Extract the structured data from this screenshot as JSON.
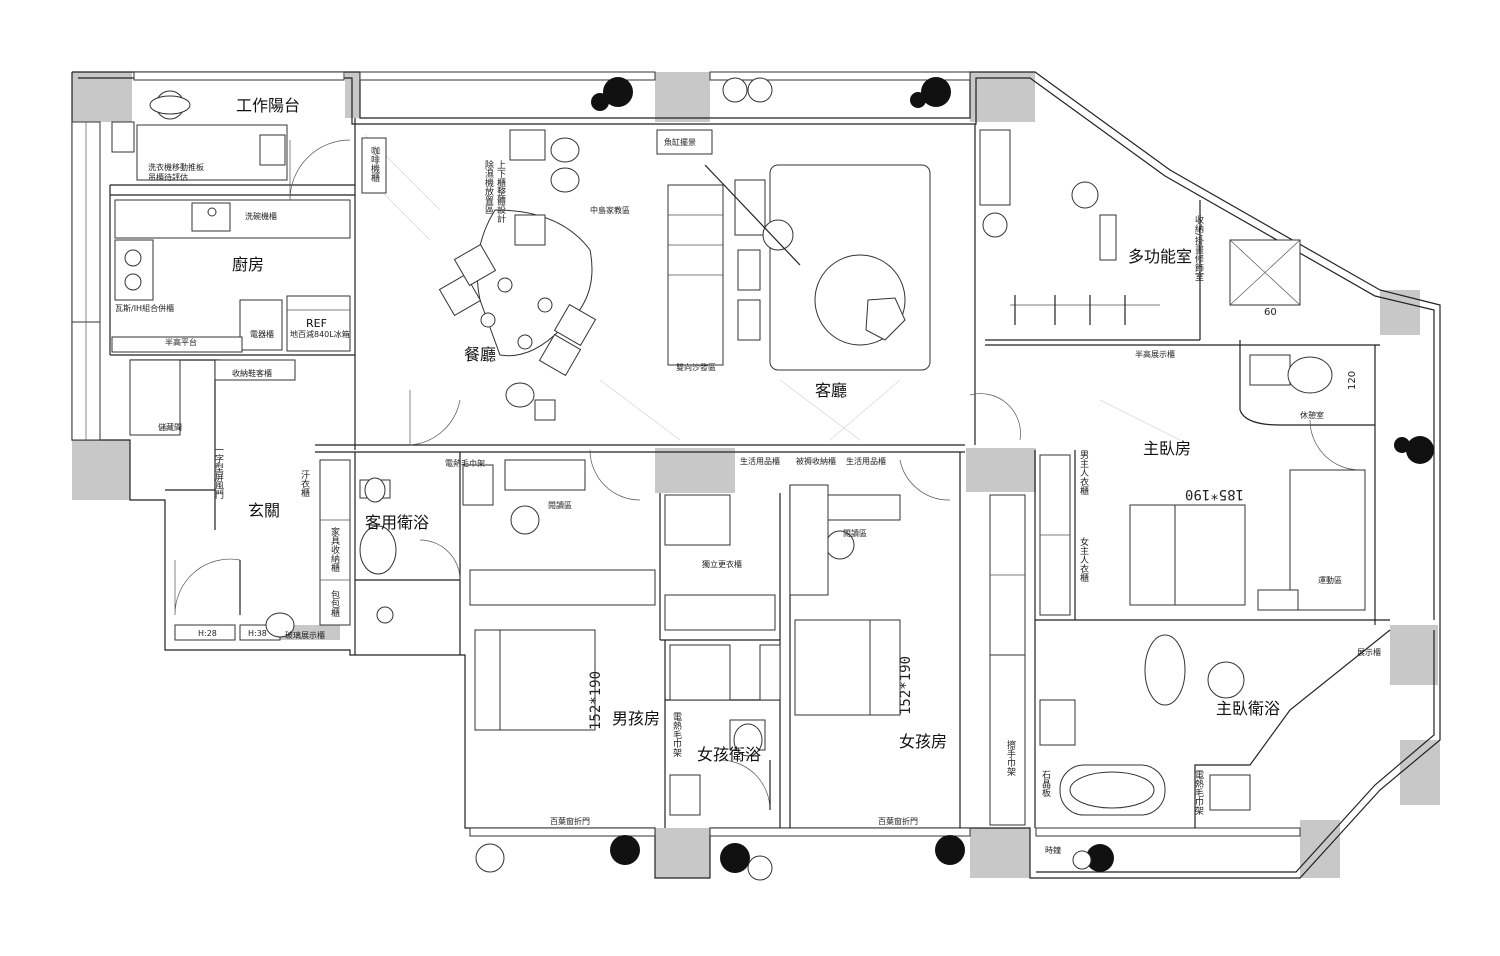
{
  "rooms": {
    "work_balcony": "工作陽台",
    "kitchen": "廚房",
    "dining": "餐廳",
    "living": "客廳",
    "multi_room": "多功能室",
    "master_bedroom": "主臥房",
    "entrance": "玄關",
    "guest_bath": "客用衛浴",
    "boy_room": "男孩房",
    "girl_bath": "女孩衛浴",
    "girl_room": "女孩房",
    "master_bath": "主臥衛浴"
  },
  "labels": {
    "washer_note_1": "洗衣機移動推板",
    "washer_note_2": "吊櫃待評估",
    "dishwasher": "洗碗機櫃",
    "stove": "瓦斯/IH組合併櫃",
    "fridge_ref": "REF",
    "fridge_note": "地百減840L冰箱",
    "appliance_cabinet": "電器櫃",
    "half_high_counter": "半高平台",
    "storage_shoe_cabinet": "收納鞋客櫃",
    "storage_room": "儲藏間",
    "coffee_cabinet": "咖啡機櫃",
    "dehumidifier": "除濕機放置區",
    "island_display": "中島家教區",
    "fish_tank": "魚缸擺景",
    "sofa": "雙向沙發區",
    "movable_shelf": "收納/掛畫修飾室",
    "half_display": "半高展示櫃",
    "rest_room": "休憩室",
    "dim_60": "60",
    "dim_120": "120",
    "bed_master": "185*190",
    "bed_boy": "152*190",
    "bed_girl": "152*190",
    "walkin_closet": "獨立更衣櫃",
    "reading_area": "閱讀區",
    "reading_area_2": "閱讀區",
    "daily_cabinet_1": "生活用品櫃",
    "daily_cabinet_2": "生活用品櫃",
    "linen_cabinet": "被褥收納櫃",
    "exercise_area": "運動區",
    "male_closet": "男主人衣櫃",
    "female_closet": "女主人衣櫃",
    "shutter_door_1": "百葉窗折門",
    "shutter_door_2": "百葉窗折門",
    "glass_display": "玻璃展示櫃",
    "h28": "H:28",
    "h38": "H:38",
    "display_cabinet": "展示櫃",
    "clock": "時鐘",
    "hand_wash": "擦手巾架",
    "towel_rack": "電熱毛巾架",
    "towel_rack_2": "電熱毛巾架",
    "towel_rack_3": "電熱毛巾架",
    "stone_board": "石晶板",
    "guest_coat": "汗衣櫃",
    "home_storage": "家具收納櫃",
    "bag_cabinet": "包包櫃",
    "screen_door": "一字型屏風門",
    "stacked_cabinet": "上下櫃整體設計"
  }
}
